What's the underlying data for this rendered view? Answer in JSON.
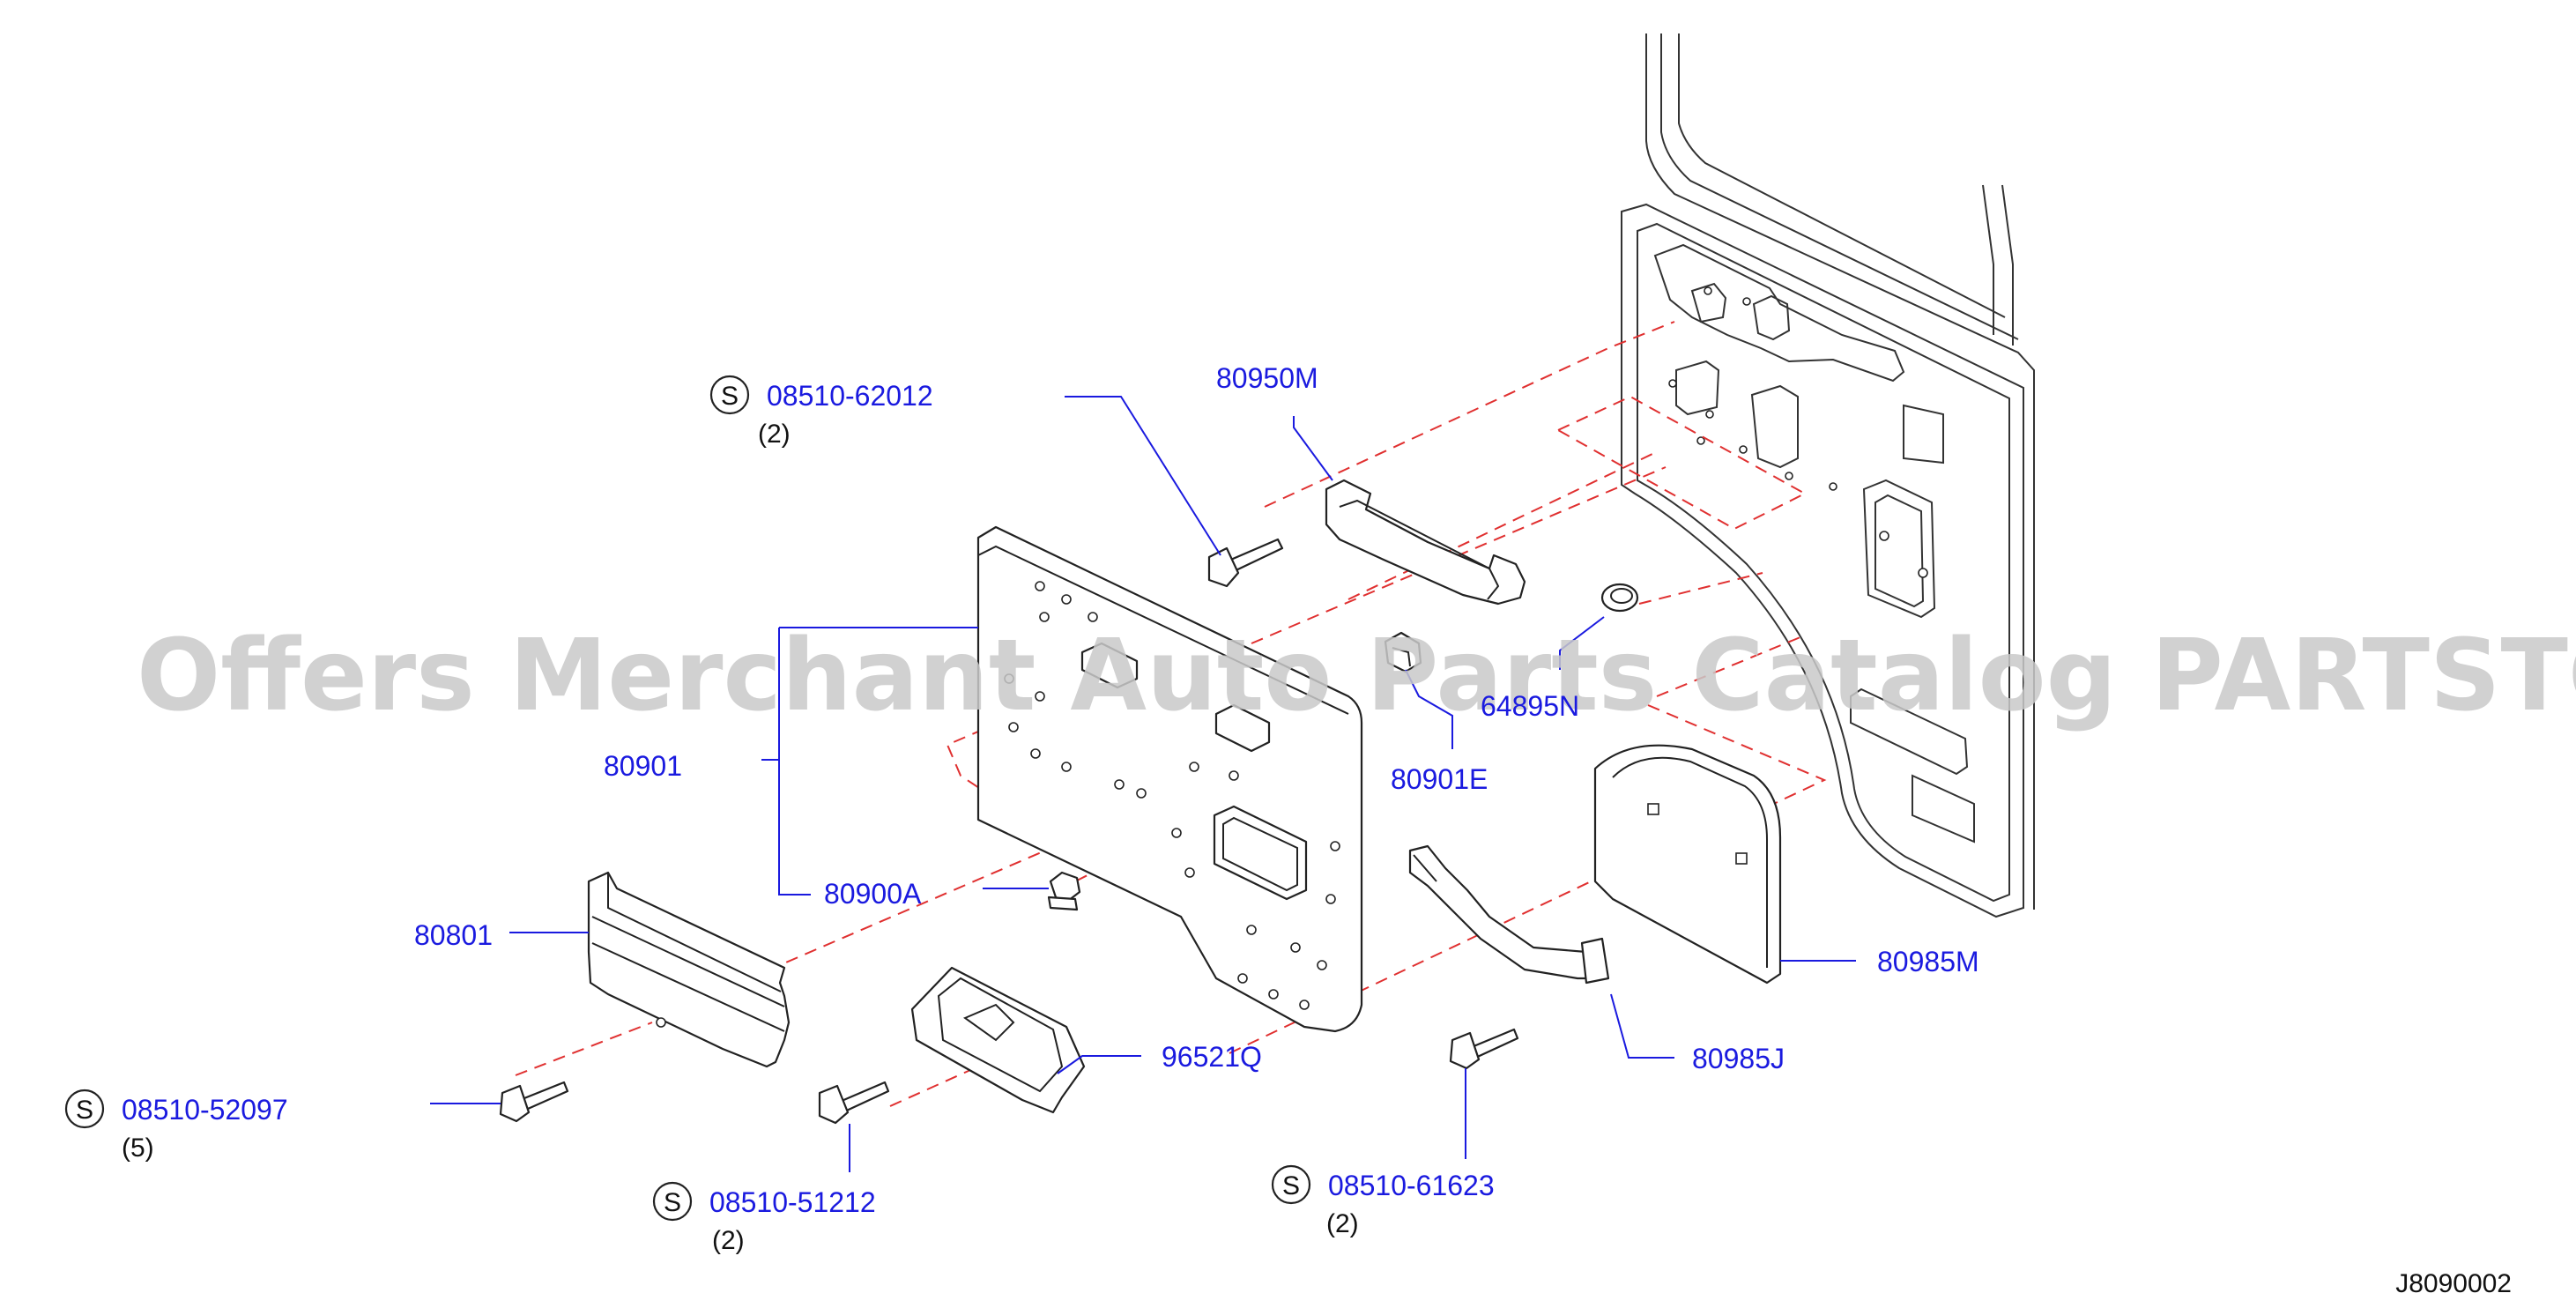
{
  "watermark": "Offers Merchant Auto Parts Catalog PARTSTORE.SA",
  "diagram_id": "J8090002",
  "standard_symbol": "S",
  "parts": {
    "p_08510_62012": {
      "number": "08510-62012",
      "qty": "(2)"
    },
    "p_80950M": {
      "number": "80950M"
    },
    "p_80901": {
      "number": "80901"
    },
    "p_80900A": {
      "number": "80900A"
    },
    "p_80801": {
      "number": "80801"
    },
    "p_08510_52097": {
      "number": "08510-52097",
      "qty": "(5)"
    },
    "p_08510_51212": {
      "number": "08510-51212",
      "qty": "(2)"
    },
    "p_96521Q": {
      "number": "96521Q"
    },
    "p_64895N": {
      "number": "64895N"
    },
    "p_80901E": {
      "number": "80901E"
    },
    "p_80985M": {
      "number": "80985M"
    },
    "p_80985J": {
      "number": "80985J"
    },
    "p_08510_61623": {
      "number": "08510-61623",
      "qty": "(2)"
    }
  }
}
